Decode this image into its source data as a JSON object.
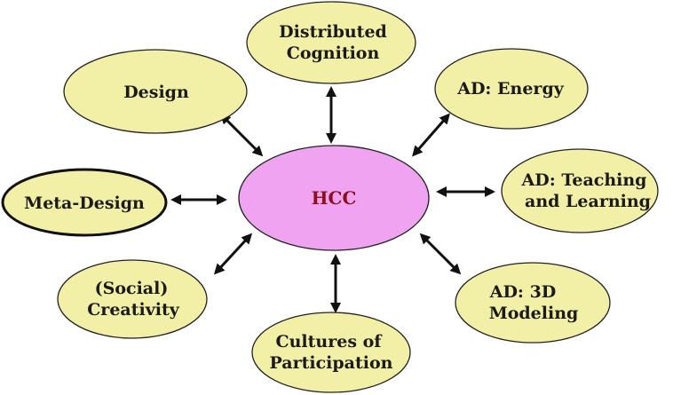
{
  "center": {
    "label": "HCC",
    "fill": "#f0a3f0"
  },
  "node_fill": "#f2f0a6",
  "nodes": [
    {
      "id": "distributed-cognition",
      "lines": [
        "Distributed",
        "Cognition"
      ]
    },
    {
      "id": "design",
      "lines": [
        "Design"
      ]
    },
    {
      "id": "ad-energy",
      "lines": [
        "AD: Energy"
      ]
    },
    {
      "id": "meta-design",
      "lines": [
        "Meta-Design"
      ]
    },
    {
      "id": "ad-teaching-learning",
      "lines": [
        "AD: Teaching",
        "and Learning"
      ]
    },
    {
      "id": "social-creativity",
      "lines": [
        "(Social)",
        "Creativity"
      ]
    },
    {
      "id": "ad-3d-modeling",
      "lines": [
        "AD: 3D",
        "Modeling"
      ]
    },
    {
      "id": "cultures-of-participation",
      "lines": [
        "Cultures of",
        "Participation"
      ]
    }
  ]
}
